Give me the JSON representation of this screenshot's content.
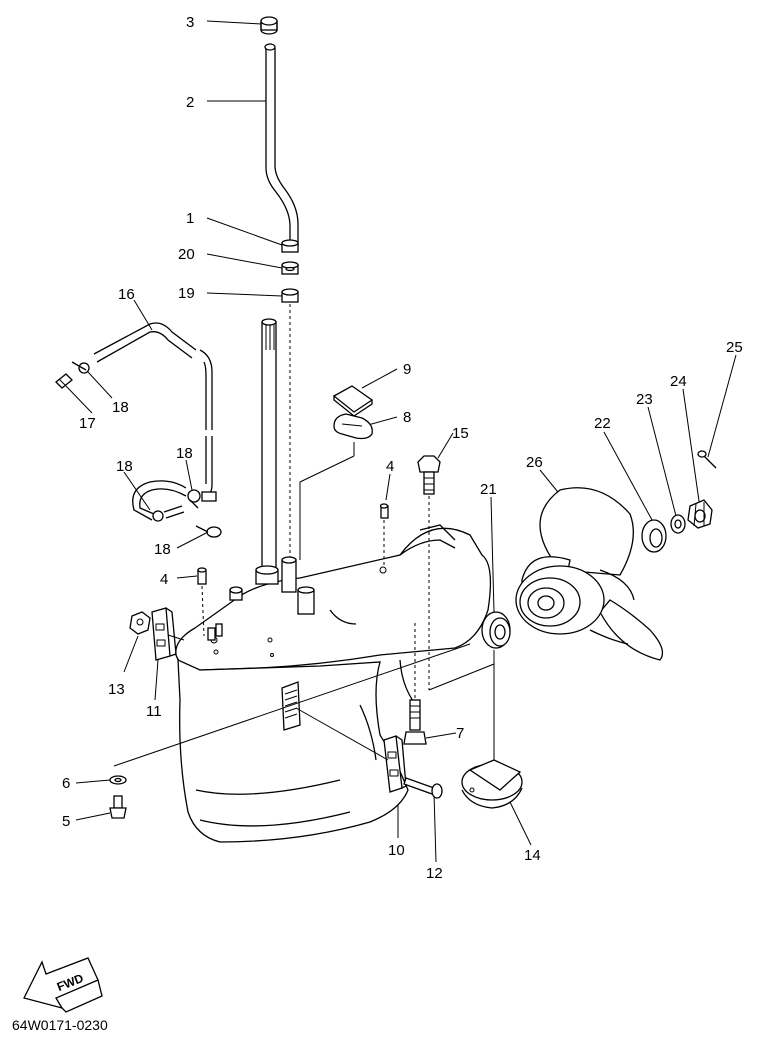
{
  "diagram": {
    "code": "64W0171-0230",
    "fwd_label": "FWD",
    "callouts": [
      {
        "id": "c3",
        "text": "3"
      },
      {
        "id": "c2",
        "text": "2"
      },
      {
        "id": "c1",
        "text": "1"
      },
      {
        "id": "c20",
        "text": "20"
      },
      {
        "id": "c19",
        "text": "19"
      },
      {
        "id": "c16",
        "text": "16"
      },
      {
        "id": "c18a",
        "text": "18"
      },
      {
        "id": "c17",
        "text": "17"
      },
      {
        "id": "c9",
        "text": "9"
      },
      {
        "id": "c8",
        "text": "8"
      },
      {
        "id": "c15",
        "text": "15"
      },
      {
        "id": "c4a",
        "text": "4"
      },
      {
        "id": "c18b",
        "text": "18"
      },
      {
        "id": "c18c",
        "text": "18"
      },
      {
        "id": "c18d",
        "text": "18"
      },
      {
        "id": "c4b",
        "text": "4"
      },
      {
        "id": "c13",
        "text": "13"
      },
      {
        "id": "c11",
        "text": "11"
      },
      {
        "id": "c6",
        "text": "6"
      },
      {
        "id": "c5",
        "text": "5"
      },
      {
        "id": "c7",
        "text": "7"
      },
      {
        "id": "c10",
        "text": "10"
      },
      {
        "id": "c12",
        "text": "12"
      },
      {
        "id": "c14",
        "text": "14"
      },
      {
        "id": "c21",
        "text": "21"
      },
      {
        "id": "c26",
        "text": "26"
      },
      {
        "id": "c22",
        "text": "22"
      },
      {
        "id": "c23",
        "text": "23"
      },
      {
        "id": "c24",
        "text": "24"
      },
      {
        "id": "c25",
        "text": "25"
      }
    ]
  }
}
